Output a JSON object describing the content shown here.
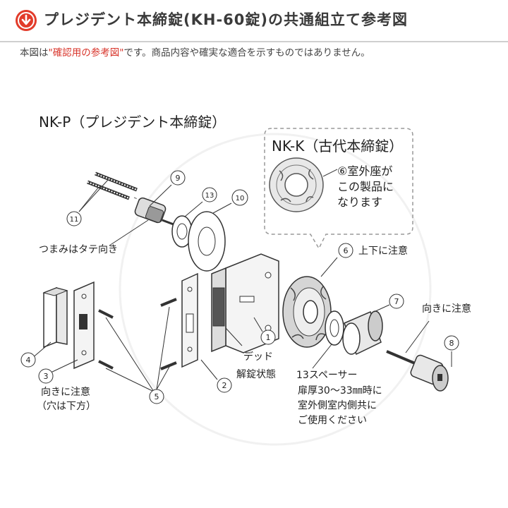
{
  "header": {
    "title": "プレジデント本締錠(KH-60錠)の共通組立て参考図",
    "icon": "down-arrow-circle-icon",
    "icon_color": "#e23b2a"
  },
  "notice": {
    "prefix": "本図は",
    "highlight": "\"確認用の参考図\"",
    "suffix": "です。商品内容や確実な適合を示すものではありません。",
    "highlight_color": "#d8342a"
  },
  "diagram": {
    "nkp_title": "NK-P（プレジデント本締錠）",
    "nkk_title": "NK-K（古代本締錠）",
    "nkk_note": [
      "⑥室外座が",
      "この製品に",
      "なります"
    ],
    "labels": {
      "n1": "1",
      "n2": "2",
      "n3": "3",
      "n4": "4",
      "n5": "5",
      "n6": "6",
      "n7": "7",
      "n8": "8",
      "n9": "9",
      "n10": "10",
      "n11": "11",
      "n13": "13"
    },
    "note_knob": "つまみはタテ向き",
    "note_updown": "上下に注意",
    "note_orient8": "向きに注意",
    "note_dead": [
      "デッド",
      "解錠状態"
    ],
    "note_strike": [
      "向きに注意",
      "（穴は下方）"
    ],
    "note_spacer": [
      "13スペーサー",
      "扉厚30～33㎜時に",
      "室外側室内側共に",
      "ご使用ください"
    ]
  }
}
